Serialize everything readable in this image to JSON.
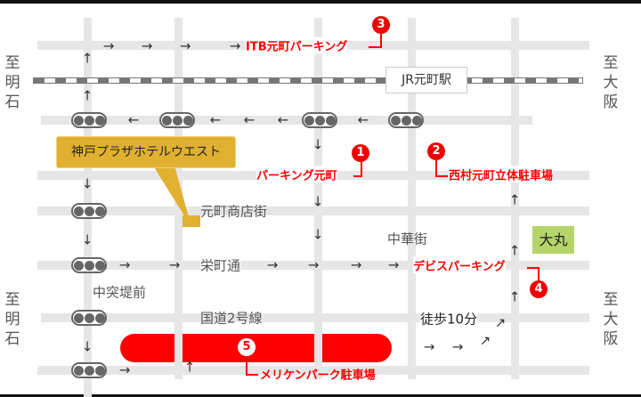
{
  "directions": {
    "left_top": "至明石",
    "left_bottom": "至明石",
    "right_top": "至大阪",
    "right_bottom": "至大阪"
  },
  "station": "JR元町駅",
  "hotel": "神戸プラザホテルウエスト",
  "streets": {
    "shotengai": "元町商店街",
    "chinatown": "中華街",
    "sakaemachi": "栄町通",
    "nakatottei": "中突堤前",
    "route2": "国道2号線"
  },
  "landmark": "大丸",
  "walk": "徒歩10分",
  "parkings": [
    {
      "num": "1",
      "name": "パーキング元町"
    },
    {
      "num": "2",
      "name": "西村元町立体駐車場"
    },
    {
      "num": "3",
      "name": "ITB元町パーキング"
    },
    {
      "num": "4",
      "name": "デビスパーキング"
    },
    {
      "num": "5",
      "name": "メリケンパーク駐車場"
    }
  ],
  "colors": {
    "parking": "#ff0000",
    "hotel": "#e0b030",
    "landmark": "#b5d56a",
    "road": "#e6e6e6"
  }
}
